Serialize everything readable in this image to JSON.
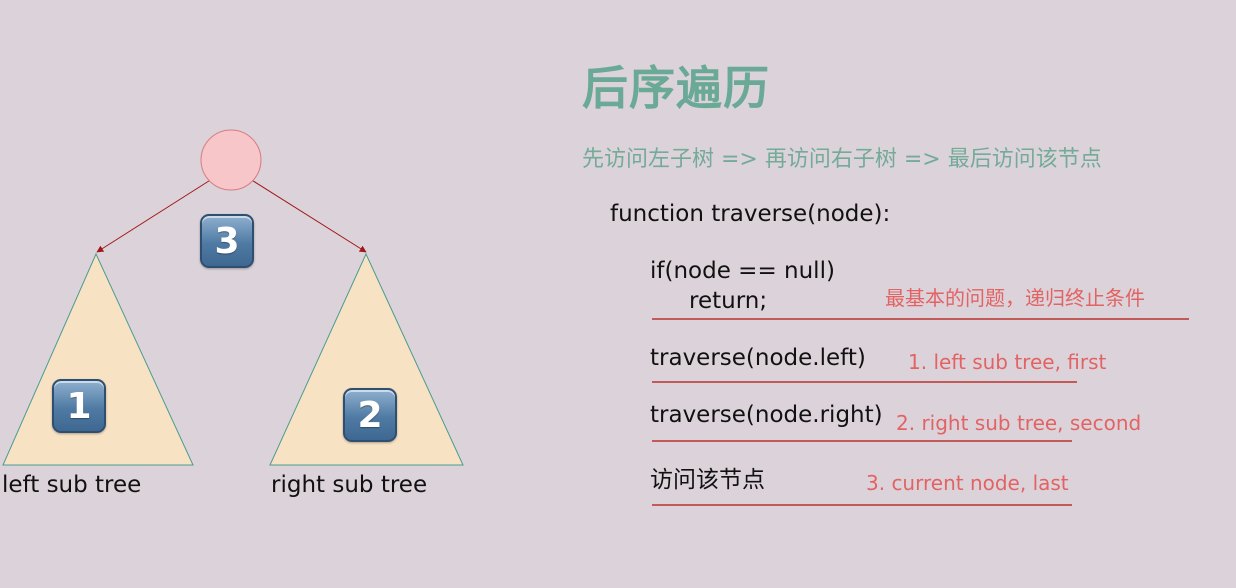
{
  "diagram": {
    "root_badge": "3",
    "left_badge": "1",
    "right_badge": "2",
    "left_label": "left sub tree",
    "right_label": "right sub tree",
    "colors": {
      "root_fill": "#f7c6c8",
      "root_stroke": "#d87b82",
      "subtree_fill": "#f8e2c4",
      "subtree_stroke": "#4a9c8e",
      "edge": "#a01818"
    }
  },
  "content": {
    "title": "后序遍历",
    "subtitle": "先访问左子树 => 再访问右子树 => 最后访问该节点",
    "code": {
      "signature": "function traverse(node):",
      "if_line": "if(node == null)",
      "return_line": "return;",
      "left_call": "traverse(node.left)",
      "right_call": "traverse(node.right)",
      "visit": "访问该节点"
    },
    "notes": {
      "base_case": "最基本的问题，递归终止条件",
      "left": "1. left sub tree, first",
      "right": "2. right sub tree, second",
      "current": "3. current node, last"
    },
    "colors": {
      "title": "#6aa996",
      "note": "#e26363",
      "rule": "#c25a5a"
    }
  }
}
